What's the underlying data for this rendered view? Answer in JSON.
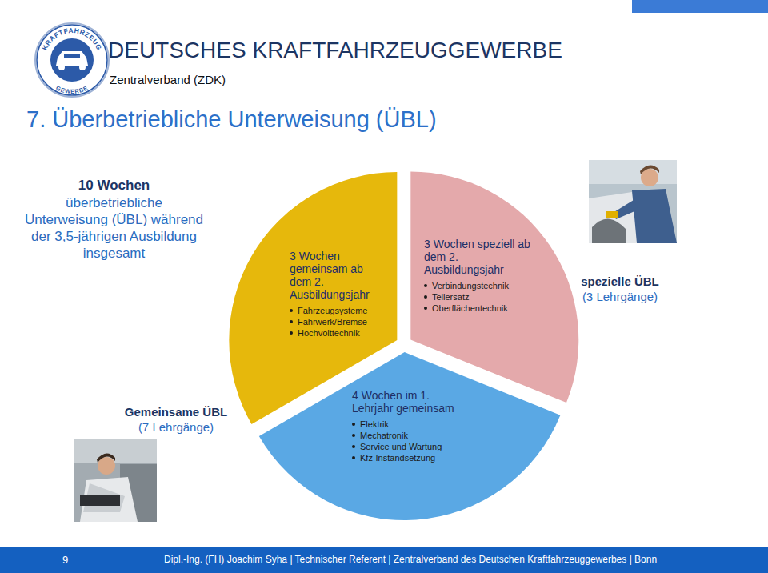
{
  "diagram": {
    "title": "7. Überbetriebliche Unterweisung (ÜBL)",
    "nodes": [
      {
        "text": [
          "3 Wochen gemeinsam ab dem 2. Ausbildungsjahr",
          "Fahrzeugsysteme",
          "Fahrwerk/Bremse",
          "Hochvolttechnik"
        ]
      },
      {
        "text": [
          "3 Wochen speziell ab dem 2. Ausbildungsjahr",
          "Verbindungstechnik",
          "Teilersatz",
          "Oberflächentechnik"
        ]
      },
      {
        "text": [
          "4 Wochen im 1. Lehrjahr gemeinsam",
          "Elektrik",
          "Mechatronik",
          "Service und Wartung",
          "Kfz-Instandsetzung"
        ]
      }
    ],
    "labels": [
      "KRAFTFAHRZEUG",
      "GEWERBE",
      "DEUTSCHES KRAFTFAHRZEUGGEWERBE",
      "Zentralverband (ZDK)",
      "10 Wochen",
      "überbetriebliche Unterweisung (ÜBL) während der 3,5-jährigen Ausbildung insgesamt",
      "spezielle ÜBL",
      "(3 Lehrgänge)",
      "Gemeinsame ÜBL",
      "(7 Lehrgänge)",
      "9",
      "Dipl.-Ing. (FH) Joachim Syha | Technischer Referent | Zentralverband des Deutschen Kraftfahrzeuggewerbes | Bonn"
    ]
  }
}
